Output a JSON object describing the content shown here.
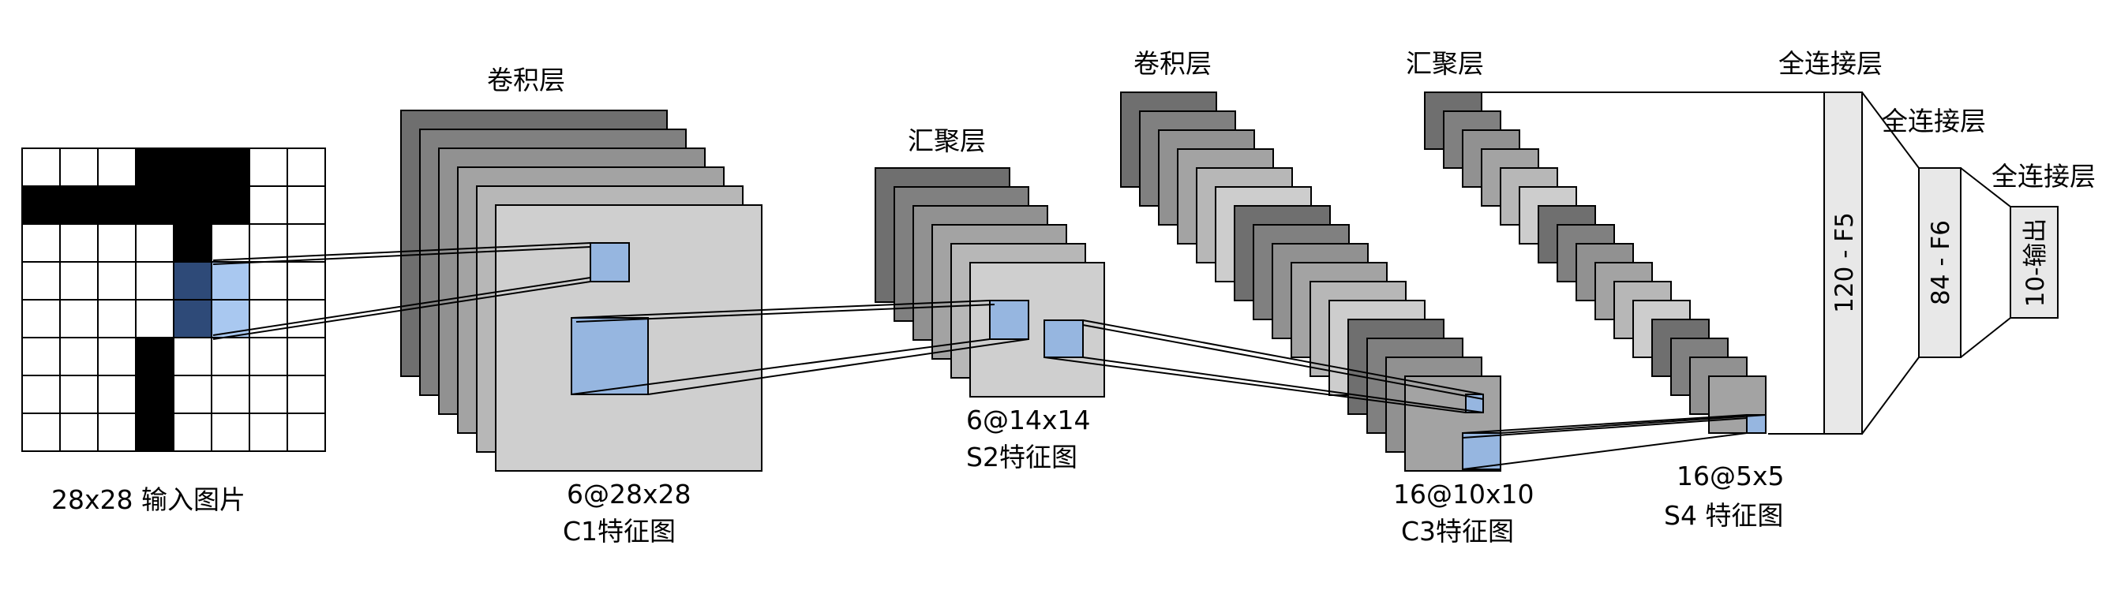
{
  "labels": {
    "input_caption": "28x28 输入图片",
    "c1_title": "卷积层",
    "c1_size": "6@28x28",
    "c1_name": "C1特征图",
    "s2_title": "汇聚层",
    "s2_size": "6@14x14",
    "s2_name": "S2特征图",
    "c3_title": "卷积层",
    "c3_size": "16@10x10",
    "c3_name": "C3特征图",
    "s4_title": "汇聚层",
    "s4_size": "16@5x5",
    "s4_name": "S4 特征图",
    "f5_title": "全连接层",
    "f5_label": "120 - F5",
    "f6_title": "全连接层",
    "f6_label": "84 - F6",
    "out_title": "全连接层",
    "out_label": "10-输出"
  },
  "input_grid": {
    "rows": 8,
    "cols": 8,
    "black_cells": [
      [
        0,
        3
      ],
      [
        0,
        4
      ],
      [
        0,
        5
      ],
      [
        1,
        0
      ],
      [
        1,
        1
      ],
      [
        1,
        2
      ],
      [
        1,
        3
      ],
      [
        1,
        4
      ],
      [
        1,
        5
      ],
      [
        2,
        4
      ],
      [
        5,
        3
      ],
      [
        6,
        3
      ],
      [
        7,
        3
      ]
    ],
    "receptive_dark_cells": [
      [
        3,
        4
      ],
      [
        4,
        4
      ]
    ],
    "receptive_light_cells": [
      [
        3,
        5
      ],
      [
        4,
        5
      ]
    ]
  },
  "layers": {
    "c1": {
      "count": 6
    },
    "s2": {
      "count": 6
    },
    "c3": {
      "count": 16
    },
    "s4": {
      "count": 16
    }
  },
  "colors": {
    "black": "#000000",
    "receptive_dark": "#2e4a78",
    "receptive_light": "#a9c8f0",
    "highlight": "#96b6e0",
    "fc_fill": "#e8e8e8",
    "map_shades": [
      "#6f6f6f",
      "#808080",
      "#919191",
      "#a3a3a3",
      "#b7b7b7",
      "#cdcdcd"
    ]
  }
}
